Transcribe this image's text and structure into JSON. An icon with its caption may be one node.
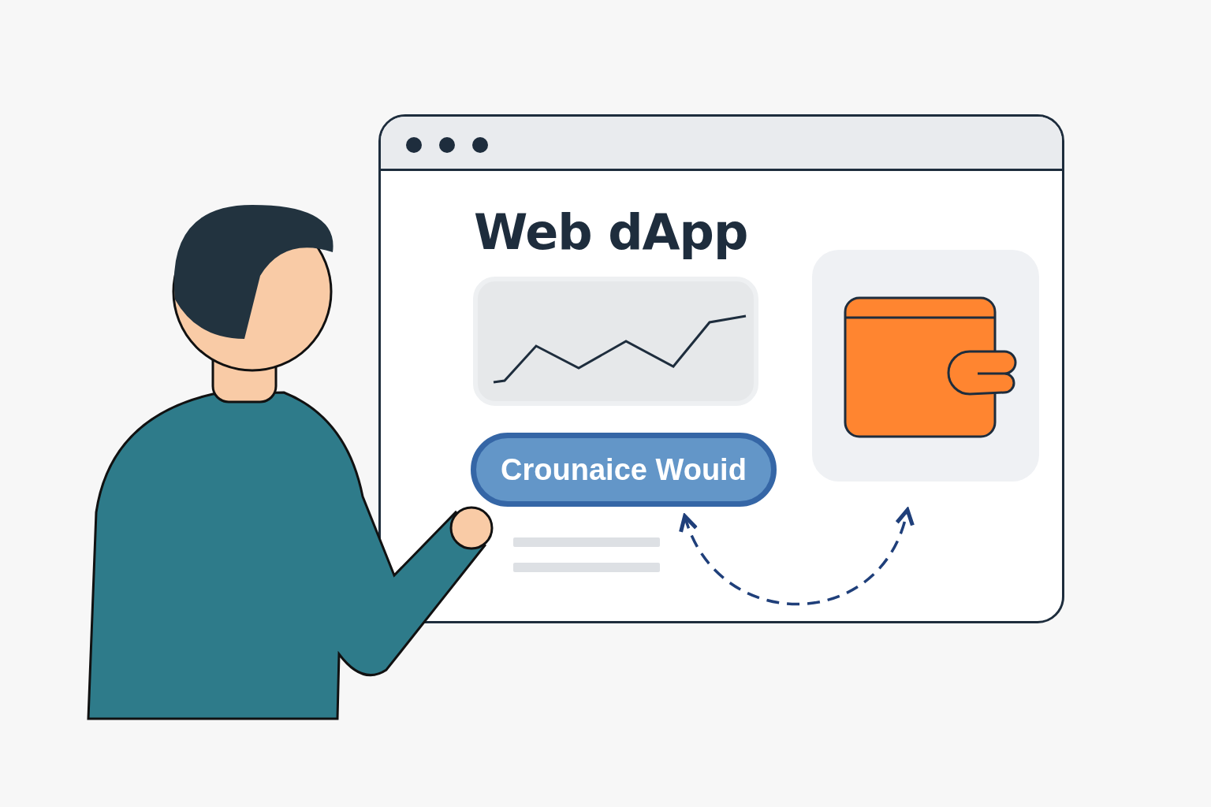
{
  "diagram": {
    "nodes": [
      {
        "text": [
          "Web dApp"
        ]
      },
      {
        "text": [],
        "shape": "picture",
        "in": 0
      },
      {
        "text": [
          "Crounaice Wouid"
        ],
        "in": 0
      },
      {
        "text": [],
        "shape": "picture",
        "in": 0
      }
    ],
    "edges": [
      {
        "from": 2,
        "to": 3,
        "arrow": "both",
        "style": "dashed"
      }
    ]
  }
}
